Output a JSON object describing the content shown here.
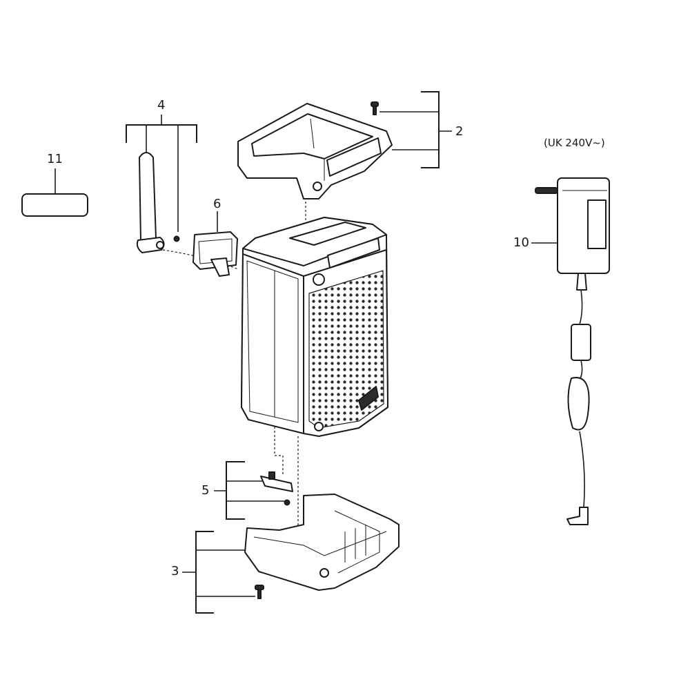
{
  "callouts": [
    {
      "id": "c2",
      "text": "2"
    },
    {
      "id": "c3",
      "text": "3"
    },
    {
      "id": "c4",
      "text": "4"
    },
    {
      "id": "c5",
      "text": "5"
    },
    {
      "id": "c6",
      "text": "6"
    },
    {
      "id": "c10",
      "text": "10"
    },
    {
      "id": "c11",
      "text": "11"
    }
  ],
  "note": "(UK 240V~)"
}
